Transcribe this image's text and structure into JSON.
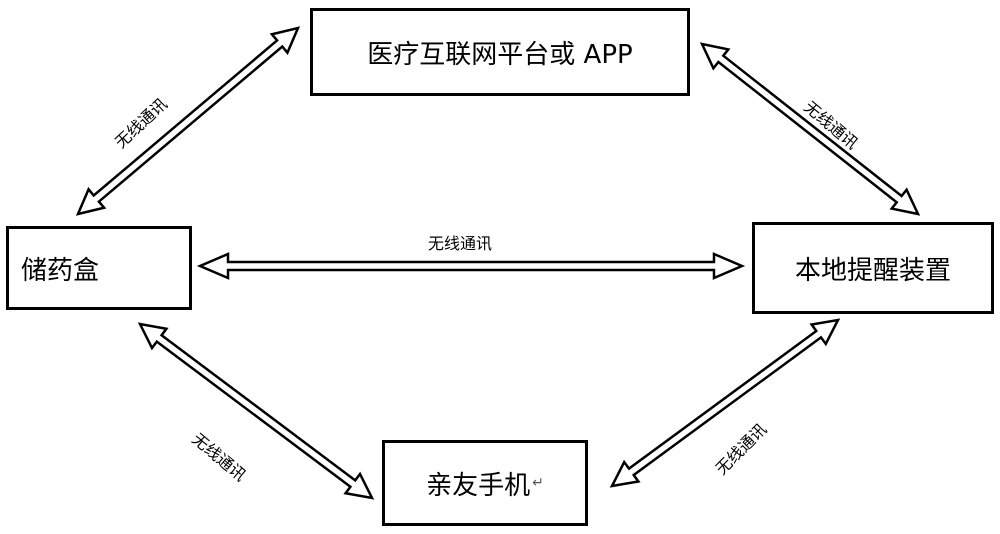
{
  "nodes": {
    "platform": "医疗互联网平台或 APP",
    "pillbox": "储药盒",
    "reminder": "本地提醒装置",
    "phone": "亲友手机"
  },
  "phone_return_mark": "↵",
  "edges": {
    "pillbox_platform": "无线通讯",
    "platform_reminder": "无线通讯",
    "pillbox_reminder": "无线通讯",
    "pillbox_phone": "无线通讯",
    "reminder_phone": "无线通讯"
  }
}
